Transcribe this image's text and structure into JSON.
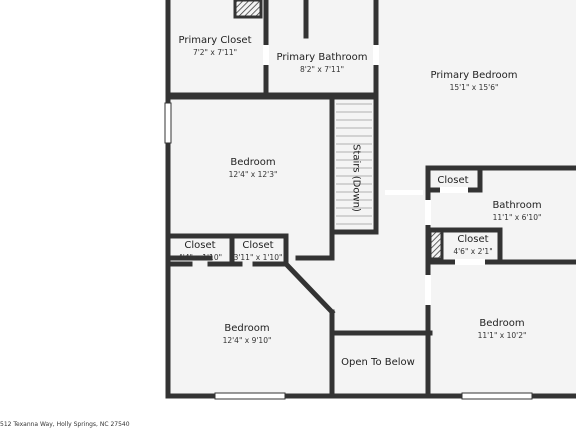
{
  "rooms": {
    "primary_closet": {
      "name": "Primary Closet",
      "dims": "7'2\" x 7'11\""
    },
    "primary_bathroom": {
      "name": "Primary Bathroom",
      "dims": "8'2\" x 7'11\""
    },
    "primary_bedroom": {
      "name": "Primary Bedroom",
      "dims": "15'1\" x 15'6\""
    },
    "bedroom_1": {
      "name": "Bedroom",
      "dims": "12'4\" x 12'3\""
    },
    "stairs": {
      "name": "Stairs (Down)"
    },
    "closet_top_right": {
      "name": "Closet"
    },
    "bathroom": {
      "name": "Bathroom",
      "dims": "11'1\" x 6'10\""
    },
    "closet_left": {
      "name": "Closet",
      "dims": "4'4\" x 1'10\""
    },
    "closet_middle": {
      "name": "Closet",
      "dims": "3'11\" x 1'10\""
    },
    "closet_bath": {
      "name": "Closet",
      "dims": "4'6\" x 2'1\""
    },
    "bedroom_2": {
      "name": "Bedroom",
      "dims": "12'4\" x 9'10\""
    },
    "bedroom_3": {
      "name": "Bedroom",
      "dims": "11'1\" x 10'2\""
    },
    "open_below": {
      "name": "Open To Below"
    }
  },
  "address": "512 Texanna Way, Holly Springs, NC 27540",
  "colors": {
    "wall": "#333333",
    "floor": "#f4f4f4",
    "window": "#ffffff",
    "hatch": "#333333"
  }
}
